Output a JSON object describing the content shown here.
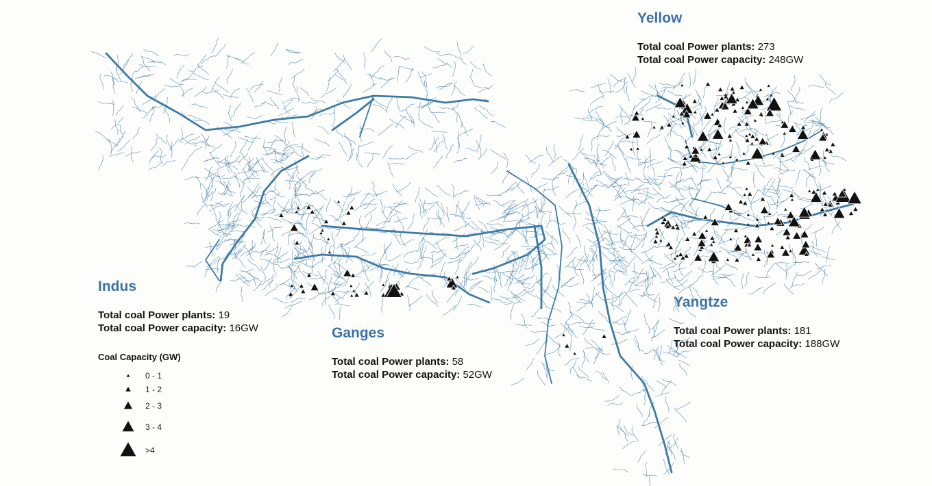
{
  "colors": {
    "river": "#3b7aa6",
    "title": "#3b73a6",
    "plant": "#111111"
  },
  "stat_labels": {
    "plants": "Total coal Power plants:",
    "capacity": "Total coal Power capacity:"
  },
  "basins": {
    "yellow": {
      "name": "Yellow",
      "plants": "273",
      "capacity": "248GW"
    },
    "indus": {
      "name": "Indus",
      "plants": "19",
      "capacity": "16GW"
    },
    "ganges": {
      "name": "Ganges",
      "plants": "58",
      "capacity": "52GW"
    },
    "yangtze": {
      "name": "Yangtze",
      "plants": "181",
      "capacity": "188GW"
    }
  },
  "legend": {
    "title": "Coal Capacity (GW)",
    "items": [
      {
        "label": "0 - 1",
        "size_class": 1
      },
      {
        "label": "1 - 2",
        "size_class": 2
      },
      {
        "label": "2 - 3",
        "size_class": 3
      },
      {
        "label": "3 - 4",
        "size_class": 4
      },
      {
        "label": ">4",
        "size_class": 5
      }
    ]
  }
}
